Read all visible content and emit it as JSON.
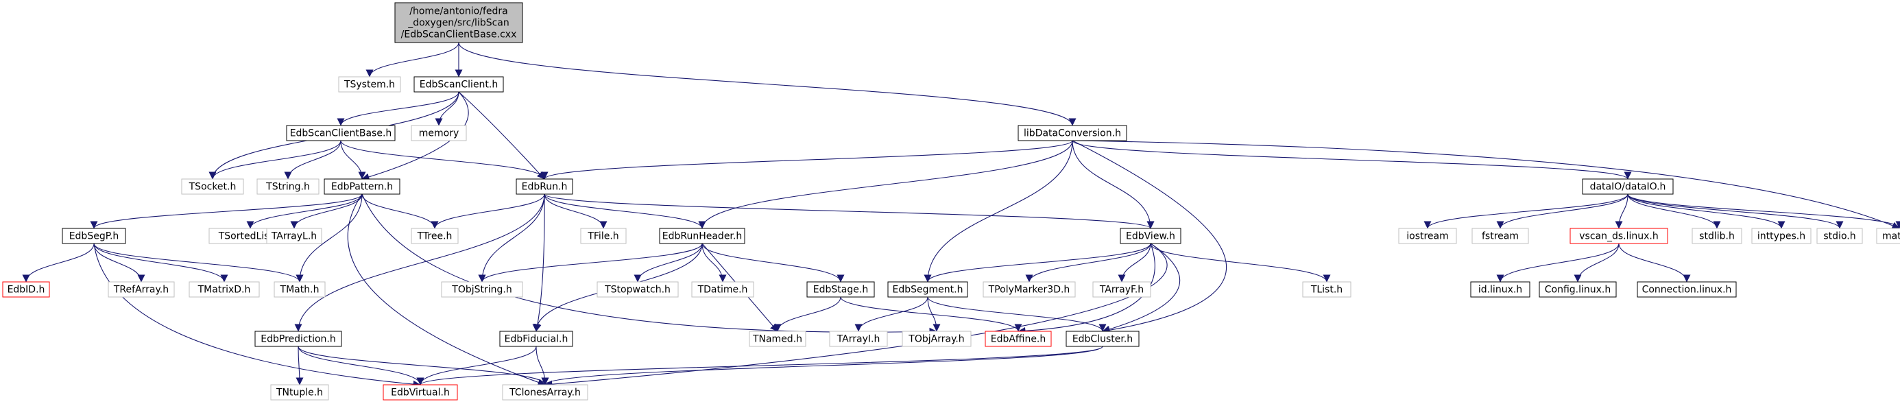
{
  "colors": {
    "edge": "#191970",
    "normal_border": "#000000",
    "external_border": "#bfbfbf",
    "missing_border": "#ff0000",
    "root_fill": "#bfbfbf",
    "text": "#000000"
  },
  "nodes": [
    {
      "id": "root",
      "lines": [
        "/home/antonio/fedra",
        "_doxygen/src/libScan",
        "/EdbScanClientBase.cxx"
      ],
      "kind": "root"
    },
    {
      "id": "tsystem",
      "lines": [
        "TSystem.h"
      ],
      "kind": "external"
    },
    {
      "id": "edbscanclient",
      "lines": [
        "EdbScanClient.h"
      ],
      "kind": "normal"
    },
    {
      "id": "libdataconversion",
      "lines": [
        "libDataConversion.h"
      ],
      "kind": "normal"
    },
    {
      "id": "edbscanclientbase",
      "lines": [
        "EdbScanClientBase.h"
      ],
      "kind": "normal"
    },
    {
      "id": "memory",
      "lines": [
        "memory"
      ],
      "kind": "external"
    },
    {
      "id": "tsocket",
      "lines": [
        "TSocket.h"
      ],
      "kind": "external"
    },
    {
      "id": "tstring",
      "lines": [
        "TString.h"
      ],
      "kind": "external"
    },
    {
      "id": "edbpattern",
      "lines": [
        "EdbPattern.h"
      ],
      "kind": "normal"
    },
    {
      "id": "edbrun",
      "lines": [
        "EdbRun.h"
      ],
      "kind": "normal"
    },
    {
      "id": "dataio",
      "lines": [
        "dataIO/dataIO.h"
      ],
      "kind": "normal"
    },
    {
      "id": "edbsegp",
      "lines": [
        "EdbSegP.h"
      ],
      "kind": "normal"
    },
    {
      "id": "tsortedlist",
      "lines": [
        "TSortedList.h"
      ],
      "kind": "external"
    },
    {
      "id": "tarrayl",
      "lines": [
        "TArrayL.h"
      ],
      "kind": "external"
    },
    {
      "id": "ttree",
      "lines": [
        "TTree.h"
      ],
      "kind": "external"
    },
    {
      "id": "tfile",
      "lines": [
        "TFile.h"
      ],
      "kind": "external"
    },
    {
      "id": "edbrunheader",
      "lines": [
        "EdbRunHeader.h"
      ],
      "kind": "normal"
    },
    {
      "id": "edbview",
      "lines": [
        "EdbView.h"
      ],
      "kind": "normal"
    },
    {
      "id": "iostream",
      "lines": [
        "iostream"
      ],
      "kind": "external"
    },
    {
      "id": "fstream",
      "lines": [
        "fstream"
      ],
      "kind": "external"
    },
    {
      "id": "vscan",
      "lines": [
        "vscan_ds.linux.h"
      ],
      "kind": "missing"
    },
    {
      "id": "stdlib",
      "lines": [
        "stdlib.h"
      ],
      "kind": "external"
    },
    {
      "id": "inttypes",
      "lines": [
        "inttypes.h"
      ],
      "kind": "external"
    },
    {
      "id": "stdio",
      "lines": [
        "stdio.h"
      ],
      "kind": "external"
    },
    {
      "id": "math",
      "lines": [
        "math.h"
      ],
      "kind": "external"
    },
    {
      "id": "edbid",
      "lines": [
        "EdbID.h"
      ],
      "kind": "missing"
    },
    {
      "id": "trefarray",
      "lines": [
        "TRefArray.h"
      ],
      "kind": "external"
    },
    {
      "id": "tmatrixd",
      "lines": [
        "TMatrixD.h"
      ],
      "kind": "external"
    },
    {
      "id": "tmath",
      "lines": [
        "TMath.h"
      ],
      "kind": "external"
    },
    {
      "id": "tobjstring",
      "lines": [
        "TObjString.h"
      ],
      "kind": "external"
    },
    {
      "id": "tstopwatch",
      "lines": [
        "TStopwatch.h"
      ],
      "kind": "external"
    },
    {
      "id": "tdatime",
      "lines": [
        "TDatime.h"
      ],
      "kind": "external"
    },
    {
      "id": "edbstage",
      "lines": [
        "EdbStage.h"
      ],
      "kind": "normal"
    },
    {
      "id": "edbsegment",
      "lines": [
        "EdbSegment.h"
      ],
      "kind": "normal"
    },
    {
      "id": "tpolymarker3d",
      "lines": [
        "TPolyMarker3D.h"
      ],
      "kind": "external"
    },
    {
      "id": "tarrayf",
      "lines": [
        "TArrayF.h"
      ],
      "kind": "external"
    },
    {
      "id": "tlist",
      "lines": [
        "TList.h"
      ],
      "kind": "external"
    },
    {
      "id": "idlinux",
      "lines": [
        "id.linux.h"
      ],
      "kind": "normal"
    },
    {
      "id": "configlinux",
      "lines": [
        "Config.linux.h"
      ],
      "kind": "normal"
    },
    {
      "id": "connectionlinux",
      "lines": [
        "Connection.linux.h"
      ],
      "kind": "normal"
    },
    {
      "id": "edbprediction",
      "lines": [
        "EdbPrediction.h"
      ],
      "kind": "normal"
    },
    {
      "id": "edbfiducial",
      "lines": [
        "EdbFiducial.h"
      ],
      "kind": "normal"
    },
    {
      "id": "tnamed",
      "lines": [
        "TNamed.h"
      ],
      "kind": "external"
    },
    {
      "id": "tarrayi",
      "lines": [
        "TArrayI.h"
      ],
      "kind": "external"
    },
    {
      "id": "tobjarray",
      "lines": [
        "TObjArray.h"
      ],
      "kind": "external"
    },
    {
      "id": "edbaffine",
      "lines": [
        "EdbAffine.h"
      ],
      "kind": "missing"
    },
    {
      "id": "edbcluster",
      "lines": [
        "EdbCluster.h"
      ],
      "kind": "normal"
    },
    {
      "id": "tntuple",
      "lines": [
        "TNtuple.h"
      ],
      "kind": "external"
    },
    {
      "id": "edbvirtual",
      "lines": [
        "EdbVirtual.h"
      ],
      "kind": "missing"
    },
    {
      "id": "tclonesarray",
      "lines": [
        "TClonesArray.h"
      ],
      "kind": "external"
    }
  ],
  "edges": [
    [
      "root",
      "tsystem"
    ],
    [
      "root",
      "edbscanclient"
    ],
    [
      "root",
      "libdataconversion"
    ],
    [
      "edbscanclient",
      "tsocket"
    ],
    [
      "edbscanclient",
      "edbscanclientbase"
    ],
    [
      "edbscanclient",
      "memory"
    ],
    [
      "edbscanclient",
      "edbpattern"
    ],
    [
      "edbscanclient",
      "edbrun"
    ],
    [
      "edbscanclientbase",
      "tsocket"
    ],
    [
      "edbscanclientbase",
      "tstring"
    ],
    [
      "edbscanclientbase",
      "edbpattern"
    ],
    [
      "edbscanclientbase",
      "edbrun"
    ],
    [
      "libdataconversion",
      "edbrun"
    ],
    [
      "libdataconversion",
      "edbrunheader"
    ],
    [
      "libdataconversion",
      "edbsegment"
    ],
    [
      "libdataconversion",
      "edbview"
    ],
    [
      "libdataconversion",
      "dataio"
    ],
    [
      "libdataconversion",
      "math"
    ],
    [
      "libdataconversion",
      "edbcluster"
    ],
    [
      "edbpattern",
      "edbsegp"
    ],
    [
      "edbpattern",
      "tsortedlist"
    ],
    [
      "edbpattern",
      "tarrayl"
    ],
    [
      "edbpattern",
      "ttree"
    ],
    [
      "edbpattern",
      "tmath"
    ],
    [
      "edbpattern",
      "tobjarray"
    ],
    [
      "edbpattern",
      "tclonesarray"
    ],
    [
      "edbrun",
      "ttree"
    ],
    [
      "edbrun",
      "tfile"
    ],
    [
      "edbrun",
      "edbrunheader"
    ],
    [
      "edbrun",
      "edbview"
    ],
    [
      "edbrun",
      "tobjstring"
    ],
    [
      "edbrun",
      "edbprediction"
    ],
    [
      "edbrun",
      "edbfiducial"
    ],
    [
      "dataio",
      "iostream"
    ],
    [
      "dataio",
      "fstream"
    ],
    [
      "dataio",
      "vscan"
    ],
    [
      "dataio",
      "stdlib"
    ],
    [
      "dataio",
      "inttypes"
    ],
    [
      "dataio",
      "stdio"
    ],
    [
      "dataio",
      "math"
    ],
    [
      "vscan",
      "idlinux"
    ],
    [
      "vscan",
      "configlinux"
    ],
    [
      "vscan",
      "connectionlinux"
    ],
    [
      "edbsegp",
      "edbid"
    ],
    [
      "edbsegp",
      "trefarray"
    ],
    [
      "edbsegp",
      "tmatrixd"
    ],
    [
      "edbsegp",
      "tmath"
    ],
    [
      "edbsegp",
      "edbvirtual"
    ],
    [
      "edbrunheader",
      "tobjstring"
    ],
    [
      "edbrunheader",
      "tstopwatch"
    ],
    [
      "edbrunheader",
      "tdatime"
    ],
    [
      "edbrunheader",
      "edbstage"
    ],
    [
      "edbrunheader",
      "tnamed"
    ],
    [
      "edbrunheader",
      "edbfiducial"
    ],
    [
      "edbview",
      "edbsegment"
    ],
    [
      "edbview",
      "tpolymarker3d"
    ],
    [
      "edbview",
      "tarrayf"
    ],
    [
      "edbview",
      "tlist"
    ],
    [
      "edbview",
      "edbaffine"
    ],
    [
      "edbview",
      "edbcluster"
    ],
    [
      "edbview",
      "tclonesarray"
    ],
    [
      "edbstage",
      "tnamed"
    ],
    [
      "edbstage",
      "edbaffine"
    ],
    [
      "edbsegment",
      "tarrayi"
    ],
    [
      "edbsegment",
      "tobjarray"
    ],
    [
      "edbsegment",
      "edbcluster"
    ],
    [
      "edbprediction",
      "tntuple"
    ],
    [
      "edbprediction",
      "edbvirtual"
    ],
    [
      "edbprediction",
      "tclonesarray"
    ],
    [
      "edbfiducial",
      "edbvirtual"
    ],
    [
      "edbfiducial",
      "tclonesarray"
    ],
    [
      "edbcluster",
      "edbvirtual"
    ],
    [
      "edbcluster",
      "tclonesarray"
    ]
  ]
}
